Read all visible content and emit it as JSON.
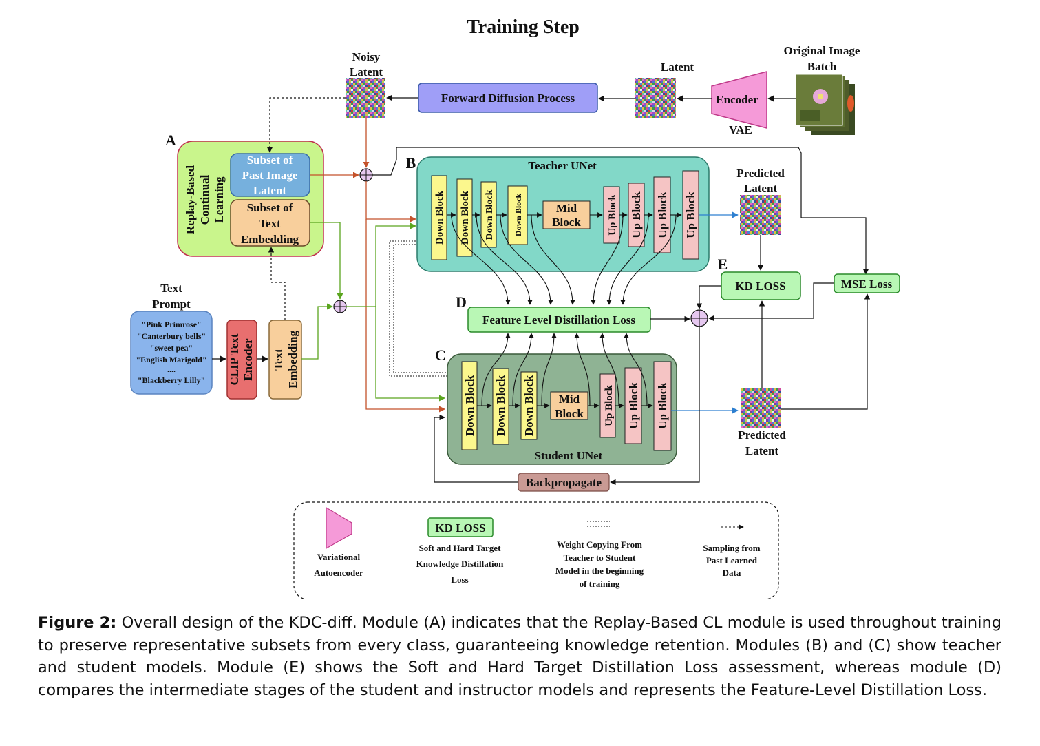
{
  "title": "Training Step",
  "modules": {
    "a": "A",
    "b": "B",
    "c": "C",
    "d": "D",
    "e": "E"
  },
  "top": {
    "noisy_latent": [
      "Noisy",
      "Latent"
    ],
    "forward_diffusion": "Forward Diffusion Process",
    "latent": "Latent",
    "encoder": "Encoder",
    "vae": "VAE",
    "original_image": [
      "Original Image",
      "Batch"
    ]
  },
  "replay": {
    "side_label": [
      "Replay-Based",
      "Continual",
      "Learning"
    ],
    "subset_image": [
      "Subset of",
      "Past Image",
      "Latent"
    ],
    "subset_text": [
      "Subset of",
      "Text",
      "Embedding"
    ]
  },
  "text_prompt": {
    "label": [
      "Text",
      "Prompt"
    ],
    "prompts": [
      "\"Pink Primrose\"",
      "\"Canterbury bells\"",
      "\"sweet pea\"",
      "\"English Marigold\"",
      "....",
      "\"Blackberry Lilly\""
    ],
    "clip_encoder": [
      "CLIP Text",
      "Encoder"
    ],
    "text_embedding": [
      "Text",
      "Embedding"
    ]
  },
  "teacher": {
    "title": "Teacher UNet",
    "down_blocks": [
      "Down Block",
      "Down Block",
      "Down Block",
      "Down Block"
    ],
    "mid_block": [
      "Mid",
      "Block"
    ],
    "up_blocks": [
      "Up Block",
      "Up Block",
      "Up Block",
      "Up Block"
    ],
    "predicted_latent": [
      "Predicted",
      "Latent"
    ]
  },
  "student": {
    "title": "Student UNet",
    "down_blocks": [
      "Down Block",
      "Down Block",
      "Down Block"
    ],
    "mid_block": [
      "Mid",
      "Block"
    ],
    "up_blocks": [
      "Up Block",
      "Up Block",
      "Up Block"
    ],
    "predicted_latent": [
      "Predicted",
      "Latent"
    ]
  },
  "losses": {
    "feature_distillation": "Feature Level Distillation Loss",
    "kd_loss": "KD LOSS",
    "mse_loss": "MSE Loss",
    "backpropagate": "Backpropagate"
  },
  "legend": {
    "vae": [
      "Variational",
      "Autoencoder"
    ],
    "kd_box": "KD LOSS",
    "kd_desc": [
      "Soft and Hard Target",
      "Knowledge Distillation",
      "Loss"
    ],
    "weight_copy": [
      "Weight Copying From",
      "Teacher to Student",
      "Model in the beginning",
      "of training"
    ],
    "sampling": [
      "Sampling from",
      "Past Learned",
      "Data"
    ]
  },
  "colors": {
    "teacher_bg": "#82d8c8",
    "student_bg": "#8fb394",
    "replay_bg": "#c9f58c",
    "replay_border": "#c0304e",
    "forward_bg": "#9f9ef7",
    "subset_image_bg": "#76b0dd",
    "orange_box": "#f8cf9c",
    "down_block": "#fbf78d",
    "up_block": "#f5c4c4",
    "green_loss": "#b9f7b5",
    "clip_red": "#e86f6f",
    "encoder_pink": "#f59ad8",
    "backprop": "#c99a94",
    "arrow_orange": "#c4522a",
    "arrow_green": "#5aa51e",
    "arrow_blue": "#2d7fd0"
  },
  "caption": {
    "label": "Figure 2:",
    "text": " Overall design of the KDC-diff. Module (A) indicates that the Replay-Based CL module is used throughout training to preserve representative subsets from every class, guaranteeing knowledge retention. Modules (B) and (C) show teacher and student models. Module (E) shows the Soft and Hard Target Distillation Loss assessment, whereas module (D) compares the intermediate stages of the student and instructor models and represents the Feature-Level Distillation Loss."
  }
}
